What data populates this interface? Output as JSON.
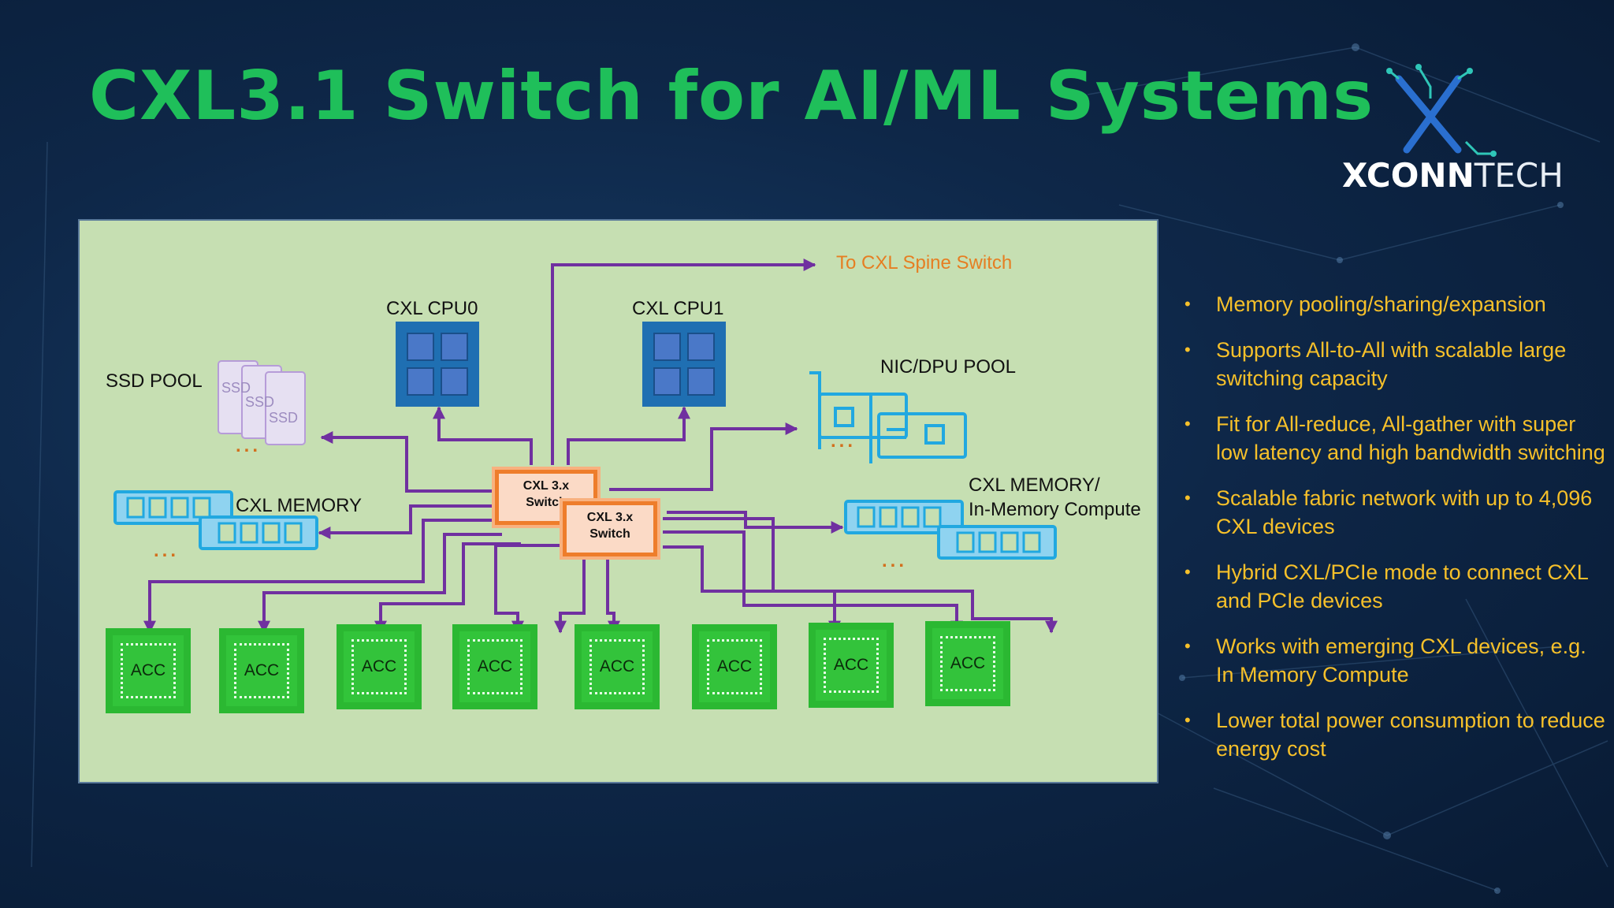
{
  "title": "CXL3.1 Switch for AI/ML Systems",
  "logo": {
    "brand": "XCONN",
    "suffix": "TECH",
    "mark_icon": "x-circuit-logo-icon"
  },
  "colors": {
    "title": "#1fbf5a",
    "bullet_text": "#f6c02a",
    "panel_bg": "#c6dfb2",
    "arrow": "#7030a0",
    "acc_green": "#32c43a",
    "cpu_blue": "#1f6fb2",
    "switch_orange": "#ee7d2b",
    "device_cyan": "#21a8e0"
  },
  "diagram": {
    "spine_label": "To CXL Spine Switch",
    "cpu0_label": "CXL CPU0",
    "cpu1_label": "CXL CPU1",
    "ssd_pool_label": "SSD POOL",
    "ssd_text": "SSD",
    "nic_pool_label": "NIC/DPU POOL",
    "cxl_memory_label": "CXL MEMORY",
    "cxl_memory2_label_line1": "CXL MEMORY/",
    "cxl_memory2_label_line2": "In-Memory Compute",
    "switch1_line1": "CXL 3.x",
    "switch1_line2": "Switch",
    "switch2_line1": "CXL 3.x",
    "switch2_line2": "Switch",
    "more_dots": "...",
    "acc_label": "ACC"
  },
  "bullets": [
    "Memory pooling/sharing/expansion",
    "Supports All-to-All with scalable large switching capacity",
    "Fit for All-reduce, All-gather with super low latency and high bandwidth switching",
    "Scalable fabric network with  up to 4,096 CXL devices",
    "Hybrid CXL/PCIe mode to connect CXL and PCIe devices",
    "Works with emerging CXL devices, e.g. In Memory Compute",
    "Lower total power consumption to reduce energy cost"
  ]
}
